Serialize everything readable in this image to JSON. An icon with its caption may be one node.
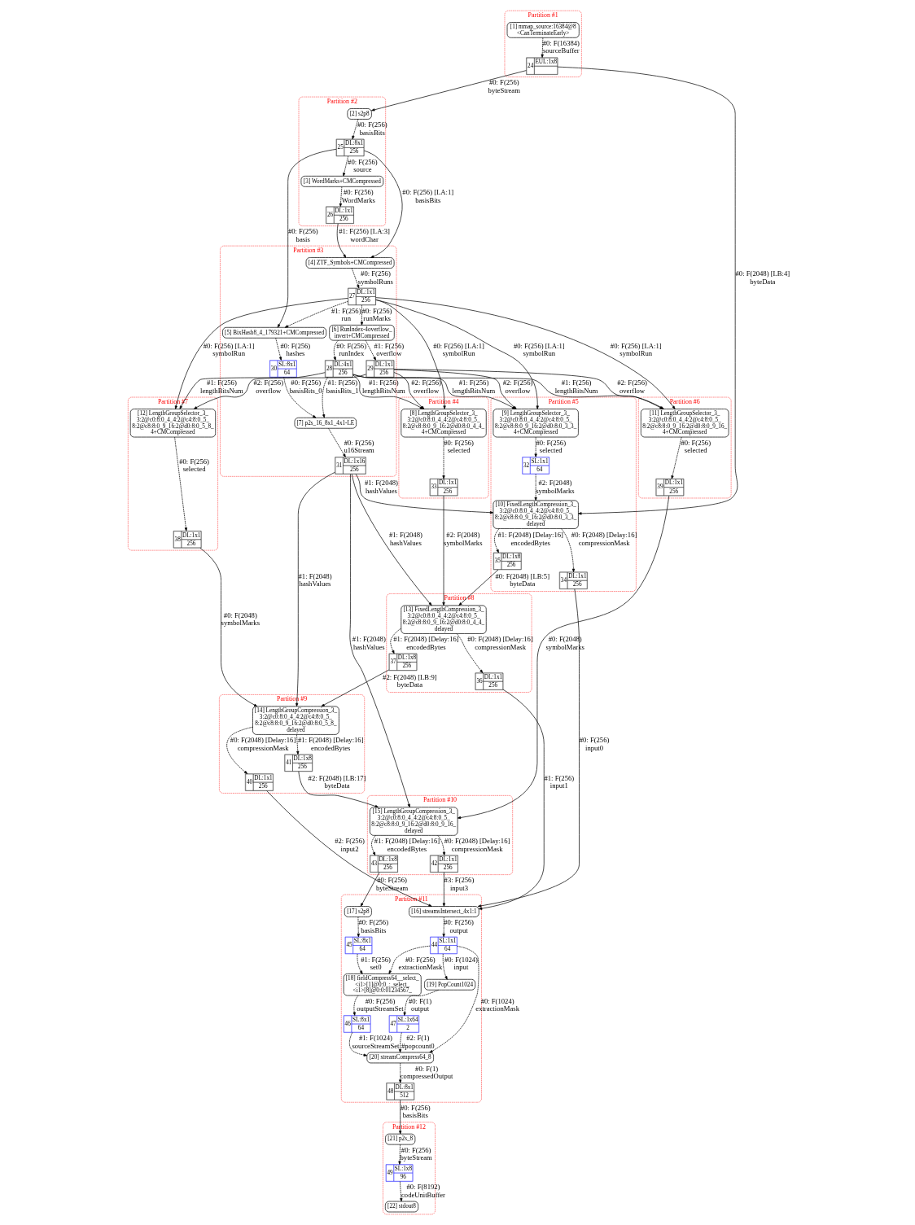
{
  "diagram": {
    "nodes": [
      {
        "text": [
          "Partition #1"
        ]
      },
      {
        "text": [
          "[1] mmap_source:16384@8 <CanTerminateEarly>"
        ],
        "in": 0
      },
      {
        "text": [
          "24",
          "EUL:1x8"
        ],
        "in": 0
      },
      {
        "text": [
          "Partition #2"
        ]
      },
      {
        "text": [
          "[2] s2p8"
        ],
        "in": 3
      },
      {
        "text": [
          "25",
          "DL:8x1",
          "256"
        ],
        "in": 3
      },
      {
        "text": [
          "[3] WordMarks+CMCompressed"
        ],
        "in": 3
      },
      {
        "text": [
          "26",
          "DL:1x1",
          "256"
        ],
        "in": 3
      },
      {
        "text": [
          "Partition #3"
        ]
      },
      {
        "text": [
          "[4] ZTF_Symbols+CMCompressed"
        ],
        "in": 8
      },
      {
        "text": [
          "27",
          "DL:1x1",
          "256"
        ],
        "in": 8
      },
      {
        "text": [
          "[5] BixHash8_4_179321+CMCompressed"
        ],
        "in": 8
      },
      {
        "text": [
          "[6] RunIndex-4overflow_invert+CMCompressed"
        ],
        "in": 8
      },
      {
        "text": [
          "30",
          "SL:8x1",
          "64"
        ],
        "in": 8
      },
      {
        "text": [
          "28",
          "DL:4x1",
          "256"
        ],
        "in": 8
      },
      {
        "text": [
          "29",
          "DL:1x1",
          "256"
        ],
        "in": 8
      },
      {
        "text": [
          "[7] p2s_16_8x1_4x1-LE"
        ],
        "in": 8
      },
      {
        "text": [
          "31",
          "DL:1x16",
          "256"
        ],
        "in": 8
      },
      {
        "text": [
          "Partition #6"
        ]
      },
      {
        "text": [
          "[11] LengthGroupSelector_3_3:2@c0:8:0_4_4:2@c4:8:0_5_8:2@c8:8:0_9_16:2@d0:8:0_9_16_4+CMCompressed"
        ],
        "in": 18
      },
      {
        "text": [
          "39",
          "DL:1x1",
          "256"
        ],
        "in": 18
      },
      {
        "text": [
          "Partition #7"
        ]
      },
      {
        "text": [
          "[12] LengthGroupSelector_3_3:2@c0:8:0_4_4:2@c4:8:0_5_8:2@c8:8:0_9_16:2@d0:8:0_5_8_4+CMCompressed"
        ],
        "in": 21
      },
      {
        "text": [
          "38",
          "DL:1x1",
          "256"
        ],
        "in": 21
      },
      {
        "text": [
          "Partition #5"
        ]
      },
      {
        "text": [
          "[9] LengthGroupSelector_3_3:2@c0:8:0_4_4:2@c4:8:0_5_8:2@c8:8:0_9_16:2@d0:8:0_3_3_4+CMCompressed"
        ],
        "in": 24
      },
      {
        "text": [
          "32",
          "SL:1x1",
          "64"
        ],
        "in": 24
      },
      {
        "text": [
          "[10] FixedLengthCompression_3_3:2@c0:8:0_4_4:2@c4:8:0_5_8:2@c8:8:0_9_16:2@d0:8:0_3_3_delayed"
        ],
        "in": 24
      },
      {
        "text": [
          "35",
          "DL:1x8",
          "256"
        ],
        "in": 24
      },
      {
        "text": [
          "34",
          "DL:1x1",
          "256"
        ],
        "in": 24
      },
      {
        "text": [
          "Partition #4"
        ]
      },
      {
        "text": [
          "[8] LengthGroupSelector_3_3:2@c0:8:0_4_4:2@c4:8:0_5_8:2@c8:8:0_9_16:2@d0:8:0_4_4_4+CMCompressed"
        ],
        "in": 30
      },
      {
        "text": [
          "33",
          "DL:1x1",
          "256"
        ],
        "in": 30
      },
      {
        "text": [
          "Partition #8"
        ]
      },
      {
        "text": [
          "[13] FixedLengthCompression_3_3:2@c0:8:0_4_4:2@c4:8:0_5_8:2@c8:8:0_9_16:2@d0:8:0_4_4_delayed"
        ],
        "in": 33
      },
      {
        "text": [
          "37",
          "DL:1x8",
          "256"
        ],
        "in": 33
      },
      {
        "text": [
          "36",
          "DL:1x1",
          "256"
        ],
        "in": 33
      },
      {
        "text": [
          "Partition #9"
        ]
      },
      {
        "text": [
          "[14] LengthGroupCompression_3_3:2@c0:8:0_4_4:2@c4:8:0_5_8:2@c8:8:0_9_16:2@d0:8:0_5_8_delayed"
        ],
        "in": 37
      },
      {
        "text": [
          "41",
          "DL:1x8",
          "256"
        ],
        "in": 37
      },
      {
        "text": [
          "40",
          "DL:1x1",
          "256"
        ],
        "in": 37
      },
      {
        "text": [
          "Partition #10"
        ]
      },
      {
        "text": [
          "[15] LengthGroupCompression_3_3:2@c0:8:0_4_4:2@c4:8:0_5_8:2@c8:8:0_9_16:2@d0:8:0_9_16_delayed"
        ],
        "in": 41
      },
      {
        "text": [
          "43",
          "DL:1x8",
          "256"
        ],
        "in": 41
      },
      {
        "text": [
          "42",
          "DL:1x1",
          "256"
        ],
        "in": 41
      },
      {
        "text": [
          "Partition #11"
        ]
      },
      {
        "text": [
          "[17] s2p8"
        ],
        "in": 45
      },
      {
        "text": [
          "[16] streamsIntersect_4x1:1"
        ],
        "in": 45
      },
      {
        "text": [
          "45",
          "SL:8x1",
          "64"
        ],
        "in": 45
      },
      {
        "text": [
          "44",
          "SL:1x1",
          "64"
        ],
        "in": 45
      },
      {
        "text": [
          "[18] fieldCompress64__select_<i1>[1]@0:0_:_select_<i1>[8]@0:0:01234567_"
        ],
        "in": 45
      },
      {
        "text": [
          "[19] PopCount1024"
        ],
        "in": 45
      },
      {
        "text": [
          "46",
          "SL:8x1",
          "64"
        ],
        "in": 45
      },
      {
        "text": [
          "47",
          "SL:1x64",
          "2"
        ],
        "in": 45
      },
      {
        "text": [
          "[20] streamCompress64_8"
        ],
        "in": 45
      },
      {
        "text": [
          "48",
          "DL:8x1",
          "512"
        ],
        "in": 45
      },
      {
        "text": [
          "Partition #12"
        ]
      },
      {
        "text": [
          "[21] p2s_8"
        ],
        "in": 56
      },
      {
        "text": [
          "49",
          "SL:1x8",
          "96"
        ],
        "in": 56
      },
      {
        "text": [
          "[22] stdout8"
        ],
        "in": 56
      }
    ],
    "edges": [
      {
        "from": 1,
        "to": 2,
        "arrow": "to",
        "style": "dashed",
        "label": "#0: F(16384) sourceBuffer"
      },
      {
        "from": 2,
        "to": 4,
        "arrow": "to",
        "label": "#0: F(256) byteStream"
      },
      {
        "from": 2,
        "to": 27,
        "arrow": "to",
        "label": "#0: F(2048) [LB:4] byteData"
      },
      {
        "from": 4,
        "to": 5,
        "arrow": "to",
        "style": "dashed",
        "label": "#0: F(256) basisBits"
      },
      {
        "from": 5,
        "to": 6,
        "arrow": "to",
        "style": "dashed",
        "label": "#0: F(256) source"
      },
      {
        "from": 5,
        "to": 11,
        "arrow": "to",
        "label": "#0: F(256) basis"
      },
      {
        "from": 5,
        "to": 9,
        "arrow": "to",
        "label": "#0: F(256) [LA:1] basisBits"
      },
      {
        "from": 6,
        "to": 7,
        "arrow": "to",
        "style": "dashed",
        "label": "#0: F(256) WordMarks"
      },
      {
        "from": 7,
        "to": 9,
        "arrow": "to",
        "label": "#1: F(256) [LA:3] wordChar"
      },
      {
        "from": 9,
        "to": 10,
        "arrow": "to",
        "style": "dashed",
        "label": "#0: F(256) symbolRuns"
      },
      {
        "from": 10,
        "to": 11,
        "arrow": "to",
        "style": "dashed",
        "label": "#1: F(256) run"
      },
      {
        "from": 10,
        "to": 12,
        "arrow": "to",
        "style": "dashed",
        "label": "#0: F(256) runMarks"
      },
      {
        "from": 10,
        "to": 19,
        "arrow": "to",
        "label": "#0: F(256) [LA:1] symbolRun"
      },
      {
        "from": 10,
        "to": 22,
        "arrow": "to",
        "label": "#0: F(256) [LA:1] symbolRun"
      },
      {
        "from": 10,
        "to": 25,
        "arrow": "to",
        "label": "#0: F(256) [LA:1] symbolRun"
      },
      {
        "from": 10,
        "to": 31,
        "arrow": "to",
        "label": "#0: F(256) [LA:1] symbolRun"
      },
      {
        "from": 11,
        "to": 13,
        "arrow": "to",
        "style": "dashed",
        "label": "#0: F(256) hashes"
      },
      {
        "from": 12,
        "to": 14,
        "arrow": "to",
        "style": "dashed",
        "label": "#0: F(256) runIndex"
      },
      {
        "from": 12,
        "to": 15,
        "arrow": "to",
        "style": "dashed",
        "label": "#1: F(256) overflow"
      },
      {
        "from": 13,
        "to": 16,
        "arrow": "to",
        "style": "dashed",
        "label": "#0: F(256) basisBits_0"
      },
      {
        "from": 14,
        "to": 16,
        "arrow": "to",
        "style": "dashed",
        "label": "#1: F(256) basisBits_1"
      },
      {
        "from": 14,
        "to": 19,
        "arrow": "to",
        "label": "#1: F(256) lengthBitsNum"
      },
      {
        "from": 14,
        "to": 22,
        "arrow": "to",
        "label": "#1: F(256) lengthBitsNum"
      },
      {
        "from": 14,
        "to": 25,
        "arrow": "to",
        "label": "#1: F(256) lengthBitsNum"
      },
      {
        "from": 14,
        "to": 31,
        "arrow": "to",
        "label": "#1: F(256) lengthBitsNum"
      },
      {
        "from": 15,
        "to": 19,
        "arrow": "to",
        "label": "#2: F(256) overflow"
      },
      {
        "from": 15,
        "to": 22,
        "arrow": "to",
        "label": "#2: F(256) overflow"
      },
      {
        "from": 15,
        "to": 25,
        "arrow": "to",
        "label": "#2: F(256) overflow"
      },
      {
        "from": 15,
        "to": 31,
        "arrow": "to",
        "label": "#2: F(256) overflow"
      },
      {
        "from": 16,
        "to": 17,
        "arrow": "to",
        "style": "dashed",
        "label": "#0: F(256) u16Stream"
      },
      {
        "from": 17,
        "to": 27,
        "arrow": "to",
        "label": "#1: F(2048) hashValues"
      },
      {
        "from": 17,
        "to": 34,
        "arrow": "to",
        "label": "#1: F(2048) hashValues"
      },
      {
        "from": 17,
        "to": 38,
        "arrow": "to",
        "label": "#1: F(2048) hashValues"
      },
      {
        "from": 17,
        "to": 42,
        "arrow": "to",
        "label": "#1: F(2048) hashValues"
      },
      {
        "from": 19,
        "to": 20,
        "arrow": "to",
        "style": "dashed",
        "label": "#0: F(256) selected"
      },
      {
        "from": 22,
        "to": 23,
        "arrow": "to",
        "style": "dashed",
        "label": "#0: F(256) selected"
      },
      {
        "from": 25,
        "to": 26,
        "arrow": "to",
        "style": "dashed",
        "label": "#0: F(256) selected"
      },
      {
        "from": 31,
        "to": 32,
        "arrow": "to",
        "style": "dashed",
        "label": "#0: F(256) selected"
      },
      {
        "from": 26,
        "to": 27,
        "arrow": "to",
        "style": "dashed",
        "label": "#2: F(2048) symbolMarks"
      },
      {
        "from": 32,
        "to": 34,
        "arrow": "to",
        "label": "#2: F(2048) symbolMarks"
      },
      {
        "from": 23,
        "to": 38,
        "arrow": "to",
        "label": "#0: F(2048) symbolMarks"
      },
      {
        "from": 20,
        "to": 42,
        "arrow": "to",
        "label": "#0: F(2048) symbolMarks"
      },
      {
        "from": 27,
        "to": 28,
        "arrow": "to",
        "style": "dashed",
        "label": "#1: F(2048) [Delay:16] encodedBytes"
      },
      {
        "from": 27,
        "to": 29,
        "arrow": "to",
        "style": "dashed",
        "label": "#0: F(2048) [Delay:16] compressionMask"
      },
      {
        "from": 28,
        "to": 34,
        "arrow": "to",
        "label": "#0: F(2048) [LB:5] byteData"
      },
      {
        "from": 29,
        "to": 47,
        "arrow": "to",
        "label": "#0: F(256) input0"
      },
      {
        "from": 34,
        "to": 35,
        "arrow": "to",
        "style": "dashed",
        "label": "#1: F(2048) [Delay:16] encodedBytes"
      },
      {
        "from": 34,
        "to": 36,
        "arrow": "to",
        "style": "dashed",
        "label": "#0: F(2048) [Delay:16] compressionMask"
      },
      {
        "from": 35,
        "to": 38,
        "arrow": "to",
        "label": "#2: F(2048) [LB:9] byteData"
      },
      {
        "from": 36,
        "to": 47,
        "arrow": "to",
        "label": "#1: F(256) input1"
      },
      {
        "from": 38,
        "to": 39,
        "arrow": "to",
        "style": "dashed",
        "label": "#1: F(2048) [Delay:16] encodedBytes"
      },
      {
        "from": 38,
        "to": 40,
        "arrow": "to",
        "style": "dashed",
        "label": "#0: F(2048) [Delay:16] compressionMask"
      },
      {
        "from": 39,
        "to": 42,
        "arrow": "to",
        "label": "#2: F(2048) [LB:17] byteData"
      },
      {
        "from": 40,
        "to": 47,
        "arrow": "to",
        "label": "#2: F(256) input2"
      },
      {
        "from": 42,
        "to": 43,
        "arrow": "to",
        "style": "dashed",
        "label": "#1: F(2048) [Delay:16] encodedBytes"
      },
      {
        "from": 42,
        "to": 44,
        "arrow": "to",
        "style": "dashed",
        "label": "#0: F(2048) [Delay:16] compressionMask"
      },
      {
        "from": 43,
        "to": 46,
        "arrow": "to",
        "label": "#0: F(256) byteStream"
      },
      {
        "from": 44,
        "to": 47,
        "arrow": "to",
        "label": "#3: F(256) input3"
      },
      {
        "from": 46,
        "to": 48,
        "arrow": "to",
        "style": "dashed",
        "label": "#0: F(256) basisBits"
      },
      {
        "from": 47,
        "to": 49,
        "arrow": "to",
        "style": "dashed",
        "label": "#0: F(256) output"
      },
      {
        "from": 48,
        "to": 50,
        "arrow": "to",
        "style": "dashed",
        "label": "#1: F(256) set0"
      },
      {
        "from": 49,
        "to": 50,
        "arrow": "to",
        "style": "dashed",
        "label": "#0: F(256) extractionMask"
      },
      {
        "from": 49,
        "to": 51,
        "arrow": "to",
        "style": "dashed",
        "label": "#0: F(1024) input"
      },
      {
        "from": 49,
        "to": 54,
        "arrow": "to",
        "style": "dashed",
        "label": "#0: F(1024) extractionMask"
      },
      {
        "from": 50,
        "to": 52,
        "arrow": "to",
        "style": "dashed",
        "label": "#0: F(256) outputStreamSet"
      },
      {
        "from": 51,
        "to": 53,
        "arrow": "to",
        "style": "dashed",
        "label": "#0: F(1) output"
      },
      {
        "from": 52,
        "to": 54,
        "arrow": "to",
        "style": "dashed",
        "label": "#1: F(1024) sourceStreamSet"
      },
      {
        "from": 53,
        "to": 54,
        "arrow": "to",
        "style": "dashed",
        "label": "#2: F(1) #popcount0"
      },
      {
        "from": 54,
        "to": 55,
        "arrow": "to",
        "style": "dashed",
        "label": "#0: F(1) compressedOutput"
      },
      {
        "from": 55,
        "to": 57,
        "arrow": "to",
        "label": "#0: F(256) basisBits"
      },
      {
        "from": 57,
        "to": 58,
        "arrow": "to",
        "style": "dashed",
        "label": "#0: F(256) byteStream"
      },
      {
        "from": 58,
        "to": 59,
        "arrow": "to",
        "style": "dashed",
        "label": "#0: F(8192) codeUnitBuffer"
      }
    ]
  }
}
